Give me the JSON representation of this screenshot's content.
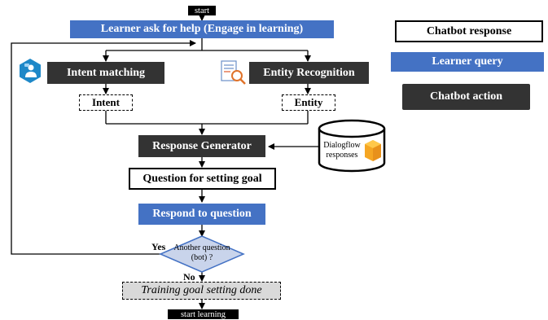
{
  "start": "start",
  "end": "start learning",
  "learner_ask": "Learner ask for help (Engage in learning)",
  "intent_matching": "Intent matching",
  "entity_recognition": "Entity Recognition",
  "intent": "Intent",
  "entity": "Entity",
  "response_generator": "Response Generator",
  "dialogflow": "Dialogflow responses",
  "question_goal": "Question for setting goal",
  "respond": "Respond to question",
  "decision": "Another question (bot) ?",
  "yes": "Yes",
  "no": "No",
  "training_done": "Training goal setting done",
  "legend": {
    "chatbot_response": "Chatbot response",
    "learner_query": "Learner query",
    "chatbot_action": "Chatbot action"
  },
  "colors": {
    "learner_query": "#4472c4",
    "chatbot_action": "#333333",
    "accent_orange": "#f5a623"
  },
  "icons": [
    "chatbot-hexagon-icon",
    "document-search-icon",
    "database-icon",
    "dialogflow-logo-icon"
  ]
}
